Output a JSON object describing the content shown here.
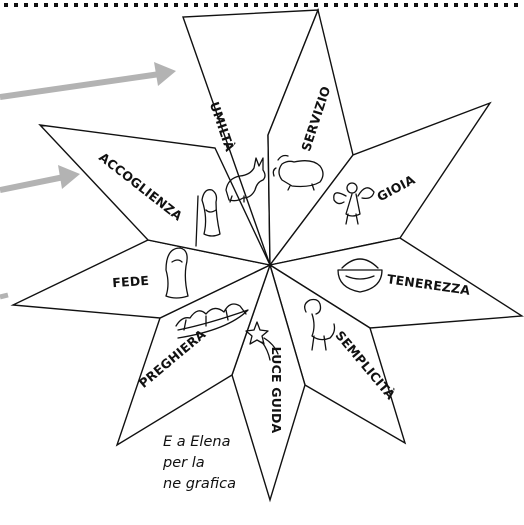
{
  "star": {
    "points": [
      {
        "label": "UMILTÀ",
        "icon": "donkey-icon"
      },
      {
        "label": "SERVIZIO",
        "icon": "ox-icon"
      },
      {
        "label": "GIOIA",
        "icon": "angel-icon"
      },
      {
        "label": "TENEREZZA",
        "icon": "basket-icon"
      },
      {
        "label": "SEMPLICITÀ",
        "icon": "sheep-icon"
      },
      {
        "label": "LUCE GUIDA",
        "icon": "comet-star-icon"
      },
      {
        "label": "PREGHIERA",
        "icon": "magi-caravan-icon"
      },
      {
        "label": "FEDE",
        "icon": "mary-icon"
      },
      {
        "label": "ACCOGLIENZA",
        "icon": "joseph-icon"
      }
    ]
  },
  "credit": {
    "line1": "E a Elena",
    "line2": "per la",
    "line3": "ne grafica"
  },
  "colors": {
    "outline": "#111111",
    "arrow": "#b3b3b3",
    "border_dots": "#111111"
  }
}
